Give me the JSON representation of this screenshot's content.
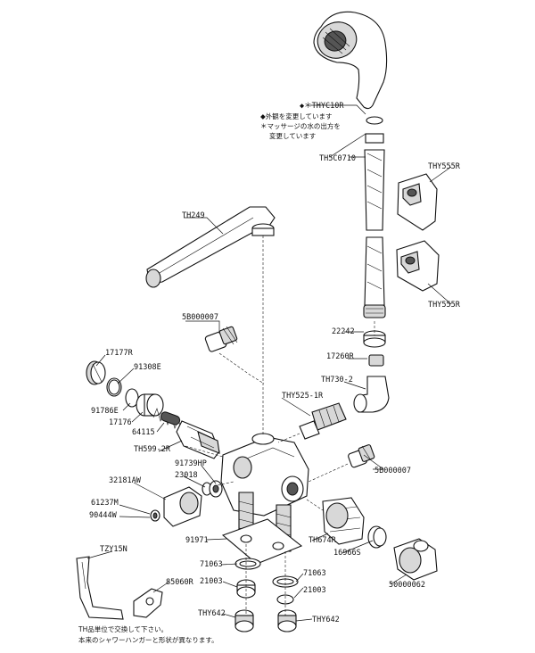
{
  "labels": {
    "thyc10r": "◆＊THYC10R",
    "th5c0710": "TH5C0710",
    "thy555r_1": "THY555R",
    "thy555r_2": "THY555R",
    "th249": "TH249",
    "p5b000007_1": "5B000007",
    "p5b000007_2": "5B000007",
    "p22242": "22242",
    "p17260r": "17260R",
    "th730_2": "TH730-2",
    "thy525_1r": "THY525-1R",
    "p17177r": "17177R",
    "p91308e": "91308E",
    "p91786e": "91786E",
    "p17176": "17176",
    "p64115": "64115",
    "th599_2r": "TH599-2R",
    "p91739hp": "91739HP",
    "p23018": "23018",
    "p32181aw": "32181AW",
    "p61237m": "61237M",
    "p90444w": "90444W",
    "p91971": "91971",
    "th674r": "TH674R",
    "p16966s": "16966S",
    "p50000062": "50000062",
    "tzy15n": "TZY15N",
    "p71063_1": "71063",
    "p71063_2": "71063",
    "p21003_1": "21003",
    "p21003_2": "21003",
    "p85060r": "85060R",
    "thy642_1": "THY642",
    "thy642_2": "THY642"
  },
  "notes": {
    "diamond": "◆外観を変更しています",
    "asterisk_1": "＊マッサージの水の出方を",
    "asterisk_2": "変更しています",
    "footer_1": "TH品単位で交換して下さい。",
    "footer_2": "本来のシャワーハンガーと形状が異なります。"
  }
}
